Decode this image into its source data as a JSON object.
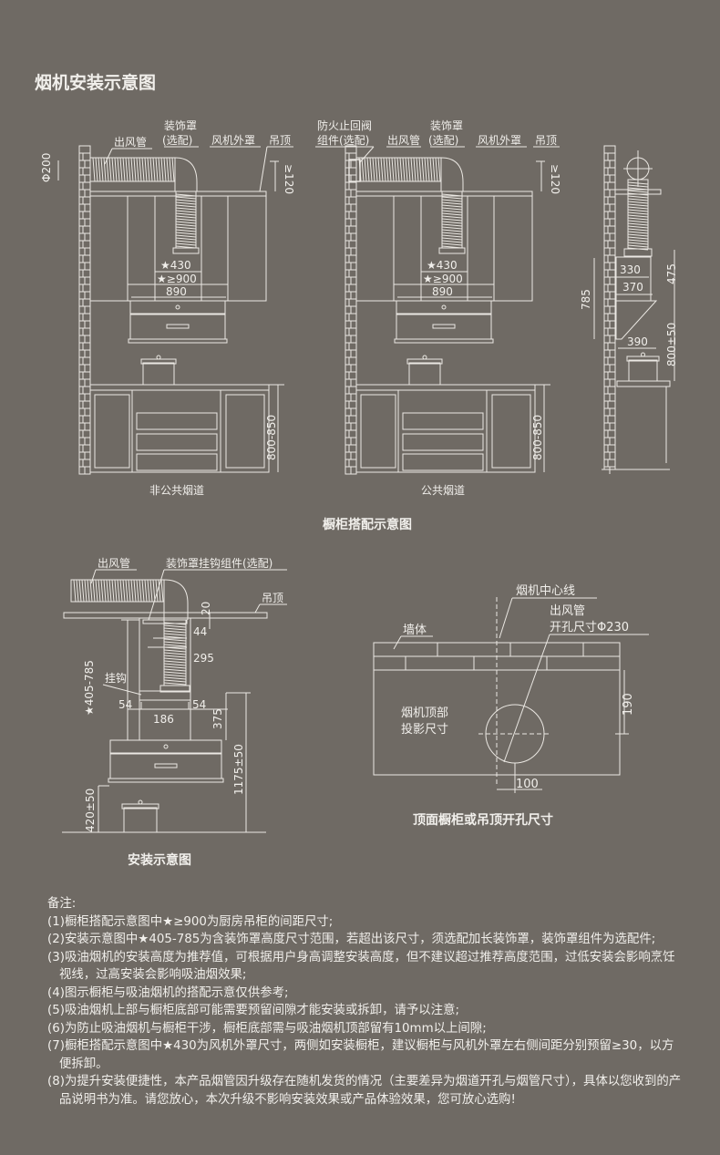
{
  "page_title": "烟机安装示意图",
  "cabinet_nonpublic": {
    "outlet": "出风管",
    "cover": "装饰罩",
    "cover_opt": "(选配)",
    "fan_cover": "风机外罩",
    "ceiling": "吊顶",
    "phi": "Φ200",
    "gap": "≥120",
    "d430": "★430",
    "d900": "★≥900",
    "d890": "890",
    "height": "800-850",
    "caption": "非公共烟道"
  },
  "cabinet_public": {
    "valve": "防火止回阀",
    "valve_opt": "组件(选配)",
    "outlet": "出风管",
    "cover": "装饰罩",
    "cover_opt": "(选配)",
    "fan_cover": "风机外罩",
    "ceiling": "吊顶",
    "gap": "≥120",
    "d430": "★430",
    "d900": "★≥900",
    "d890": "890",
    "height": "800-850",
    "caption": "公共烟道"
  },
  "side_view": {
    "d330": "330",
    "d370": "370",
    "d475": "475",
    "d785": "785",
    "d390": "390",
    "d800": "800±50"
  },
  "cabinet_section_caption": "橱柜搭配示意图",
  "install": {
    "outlet": "出风管",
    "hook_assembly": "装饰罩挂钩组件(选配)",
    "ceiling": "吊顶",
    "d20": "20",
    "d44": "44",
    "d295": "295",
    "hook": "挂钩",
    "d54_left": "54",
    "d54_right": "54",
    "d186": "186",
    "d375": "375",
    "range": "★405-785",
    "d1175": "1175±50",
    "d420": "420±50",
    "caption": "安装示意图"
  },
  "top_view": {
    "centerline": "烟机中心线",
    "wall": "墙体",
    "outlet": "出风管",
    "hole": "开孔尺寸Φ230",
    "projection1": "烟机顶部",
    "projection2": "投影尺寸",
    "d190": "190",
    "d100": "100",
    "caption": "顶面橱柜或吊顶开孔尺寸"
  },
  "notes": {
    "header": "备注:",
    "items": [
      "(1)橱柜搭配示意图中★≥900为厨房吊柜的间距尺寸;",
      "(2)安装示意图中★405-785为含装饰罩高度尺寸范围，若超出该尺寸，须选配加长装饰罩，装饰罩组件为选配件;",
      "(3)吸油烟机的安装高度为推荐值，可根据用户身高调整安装高度，但不建议超过推荐高度范围，过低安装会影响烹饪视线，过高安装会影响吸油烟效果;",
      "(4)图示橱柜与吸油烟机的搭配示意仅供参考;",
      "(5)吸油烟机上部与橱柜底部可能需要预留间隙才能安装或拆卸，请予以注意;",
      "(6)为防止吸油烟机与橱柜干涉，橱柜底部需与吸油烟机顶部留有10mm以上间隙;",
      "(7)橱柜搭配示意图中★430为风机外罩尺寸，两侧如安装橱柜，建议橱柜与风机外罩左右侧间距分别预留≥30，以方便拆卸。",
      "(8)为提升安装便捷性，本产品烟管因升级存在随机发货的情况（主要差异为烟道开孔与烟管尺寸），具体以您收到的产品说明书为准。请您放心，本次升级不影响安装效果或产品体验效果，您可放心选购!"
    ]
  }
}
